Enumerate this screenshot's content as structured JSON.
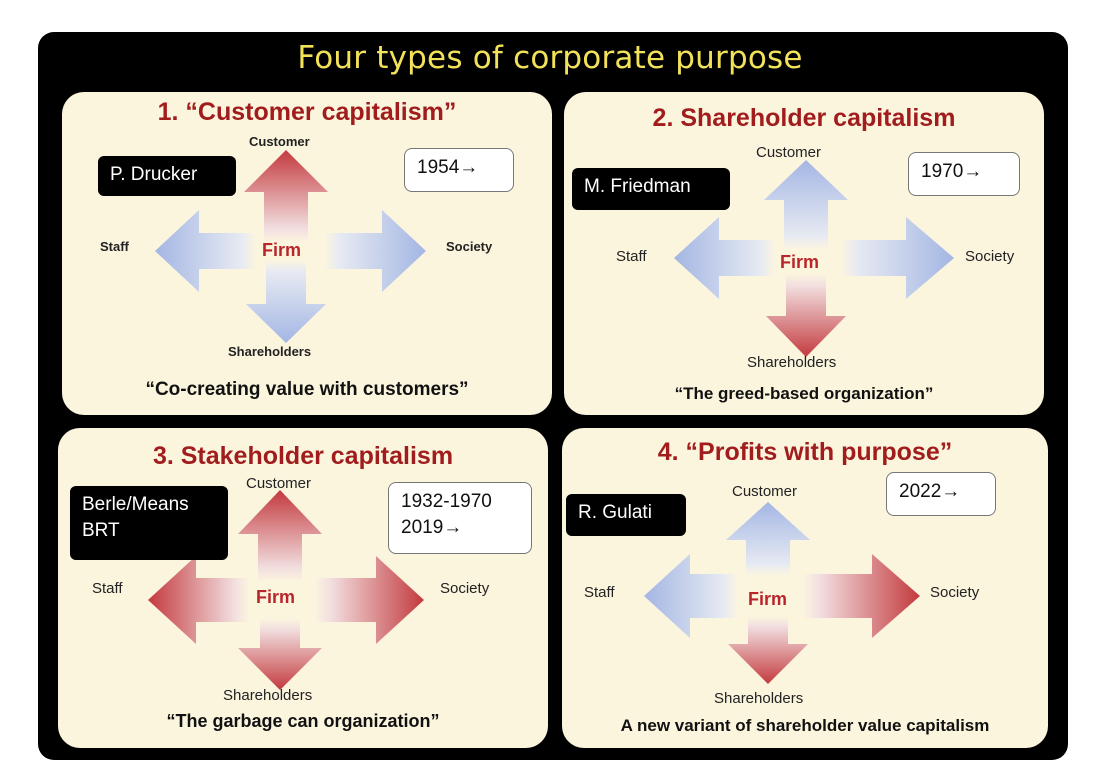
{
  "title": "Four types of corporate purpose",
  "colors": {
    "red": "#b8262b",
    "blue": "#a9bde6",
    "panel": "#fcf5de",
    "title_yellow": "#f2e25a"
  },
  "panels": [
    {
      "title": "1. “Customer capitalism”",
      "author": "P. Drucker",
      "year": "1954→",
      "labels": {
        "top": "Customer",
        "left": "Staff",
        "right": "Society",
        "bottom": "Shareholders",
        "center": "Firm"
      },
      "arrows": {
        "top": "red",
        "left": "blue",
        "right": "blue",
        "bottom": "blue"
      },
      "caption": "“Co-creating value with customers”"
    },
    {
      "title": "2. Shareholder capitalism",
      "author": "M. Friedman",
      "year": "1970→",
      "labels": {
        "top": "Customer",
        "left": "Staff",
        "right": "Society",
        "bottom": "Shareholders",
        "center": "Firm"
      },
      "arrows": {
        "top": "blue",
        "left": "blue",
        "right": "blue",
        "bottom": "red"
      },
      "caption": "“The greed-based organization”"
    },
    {
      "title": "3. Stakeholder capitalism",
      "author_line1": "Berle/Means",
      "author_line2": "BRT",
      "year_line1": "1932-1970",
      "year_line2": "2019→",
      "labels": {
        "top": "Customer",
        "left": "Staff",
        "right": "Society",
        "bottom": "Shareholders",
        "center": "Firm"
      },
      "arrows": {
        "top": "red",
        "left": "red",
        "right": "red",
        "bottom": "red"
      },
      "caption": "“The garbage can organization”"
    },
    {
      "title": "4. “Profits with purpose”",
      "author": "R. Gulati",
      "year": "2022→",
      "labels": {
        "top": "Customer",
        "left": "Staff",
        "right": "Society",
        "bottom": "Shareholders",
        "center": "Firm"
      },
      "arrows": {
        "top": "blue",
        "left": "blue",
        "right": "red",
        "bottom": "red"
      },
      "caption": "A new variant of shareholder value capitalism"
    }
  ]
}
